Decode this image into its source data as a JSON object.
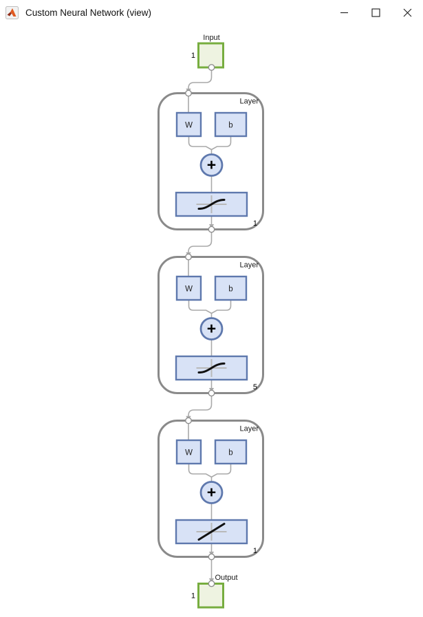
{
  "window": {
    "title": "Custom Neural Network (view)",
    "app_icon": "matlab-logo-icon",
    "controls": [
      {
        "name": "minimize",
        "icon": "minimize-icon"
      },
      {
        "name": "maximize",
        "icon": "maximize-icon"
      },
      {
        "name": "close",
        "icon": "close-icon"
      }
    ]
  },
  "diagram": {
    "input": {
      "label": "Input",
      "size": "1"
    },
    "output": {
      "label": "Output",
      "size": "1"
    },
    "layers": [
      {
        "label": "Layer",
        "weight_label": "W",
        "bias_label": "b",
        "sum_symbol": "+",
        "transfer_fn": "tansig",
        "size": "1"
      },
      {
        "label": "Layer",
        "weight_label": "W",
        "bias_label": "b",
        "sum_symbol": "+",
        "transfer_fn": "tansig",
        "size": "5"
      },
      {
        "label": "Layer",
        "weight_label": "W",
        "bias_label": "b",
        "sum_symbol": "+",
        "transfer_fn": "purelin",
        "size": "1"
      }
    ],
    "colors": {
      "layer_border": "#8a8a8a",
      "blue_border": "#5e78ad",
      "blue_fill": "#d8e2f6",
      "green_border": "#77ad3f",
      "green_fill": "#eef3e1",
      "line": "#a9a9a9",
      "port_border": "#8f8f8f",
      "cross": "#b9b9b9",
      "ink": "#111111"
    }
  }
}
